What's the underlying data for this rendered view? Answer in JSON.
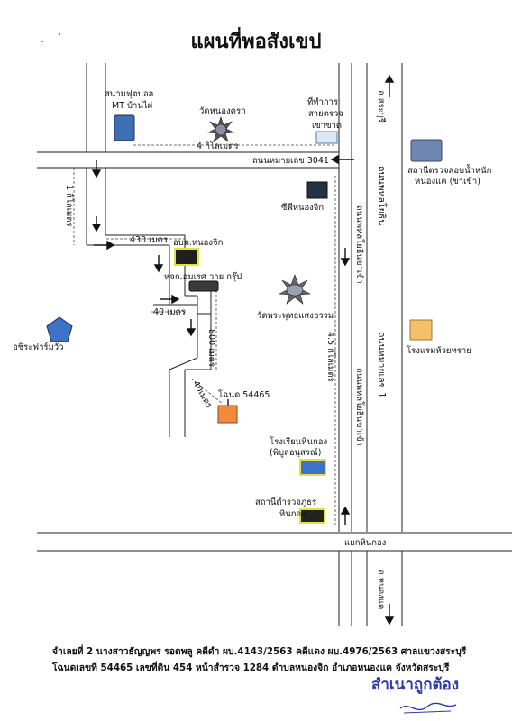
{
  "title": "แผนที่พอสังเขป",
  "labels": {
    "stadium_line1": "สนามฟุตบอล",
    "stadium_line2": "MT บ้านไผ่",
    "temple_nongkrok": "วัดหนองครก",
    "office_line1": "ที่ทำการ",
    "office_line2": "สายตรวจ",
    "office_line3": "เขาขาด",
    "dist_4km": "4 กิโลเมตร",
    "road_3041": "ถนนหมายเลข 3041",
    "checkpoint_line1": "สถานีตรวจสอบน้ำหนัก",
    "checkpoint_line2": "หนองแค (ขาเข้า)",
    "road_sara": "อ.สระบุรี",
    "road_phahon_upper": "ถนนพหลโยธิน",
    "road_phahon_mid": "ถนนพหลโยธินขาเข้า",
    "cp_nongchik": "ซีพีหนองจิก",
    "dist_1km": "1 กิโลเมตร",
    "dist_430m": "430 เมตร",
    "obt": "อบต.หนองจิก",
    "company": "หจก.อมเรศ วาย กรุ๊ป",
    "temple_phra": "วัดพระพุทธแสงธรรม",
    "dist_40m": "40 เมตร",
    "dist_800m": "800 เมตร",
    "dist_45km": "4.5 กิโลเมตร",
    "hotel": "โรงแรมห้วยทราย",
    "road_no1": "ถนนหมายเลข 1",
    "ishi_farm": "อชิระฟาร์มวัว",
    "dist_small": "40เมตร",
    "title_deed": "โฉนด 54465",
    "school_line1": "โรงเรียนหินกอง",
    "school_line2": "(พิบูลอนุสรณ์)",
    "road_phahon_lower": "ถนนพหลโยธินขาเข้า",
    "police_line1": "สถานีตำรวจภูธร",
    "police_line2": "หินกอง",
    "junction": "แยกหินกอง",
    "road_nongkhae": "อ.หนองแค"
  },
  "footer": {
    "line1": "จำเลยที่ 2 นางสาวธัญญพร รอดพลู คดีดำ ผบ.4143/2563  คดีแดง ผบ.4976/2563  ศาลแขวงสระบุรี",
    "line2": "โฉนดเลขที่ 54465 เลขที่ดิน 454 หน้าสำรวจ 1284  ตำบลหนองจิก  อำเภอหนองแค  จังหวัดสระบุรี",
    "certified": "สำเนาถูกต้อง"
  },
  "colors": {
    "stadium": "#3e6fb5",
    "office": "#dbe8f5",
    "checkpoint": "#6e86b0",
    "cp": "#243248",
    "obt_fill": "#1e1e1e",
    "obt_border": "#e6e03a",
    "company": "#3b3b3b",
    "farm": "#3d72c8",
    "hotel": "#f5c06a",
    "deed": "#f08a3c",
    "school": "#3d72c8",
    "police": "#222222",
    "certified": "#2a3aa8"
  }
}
